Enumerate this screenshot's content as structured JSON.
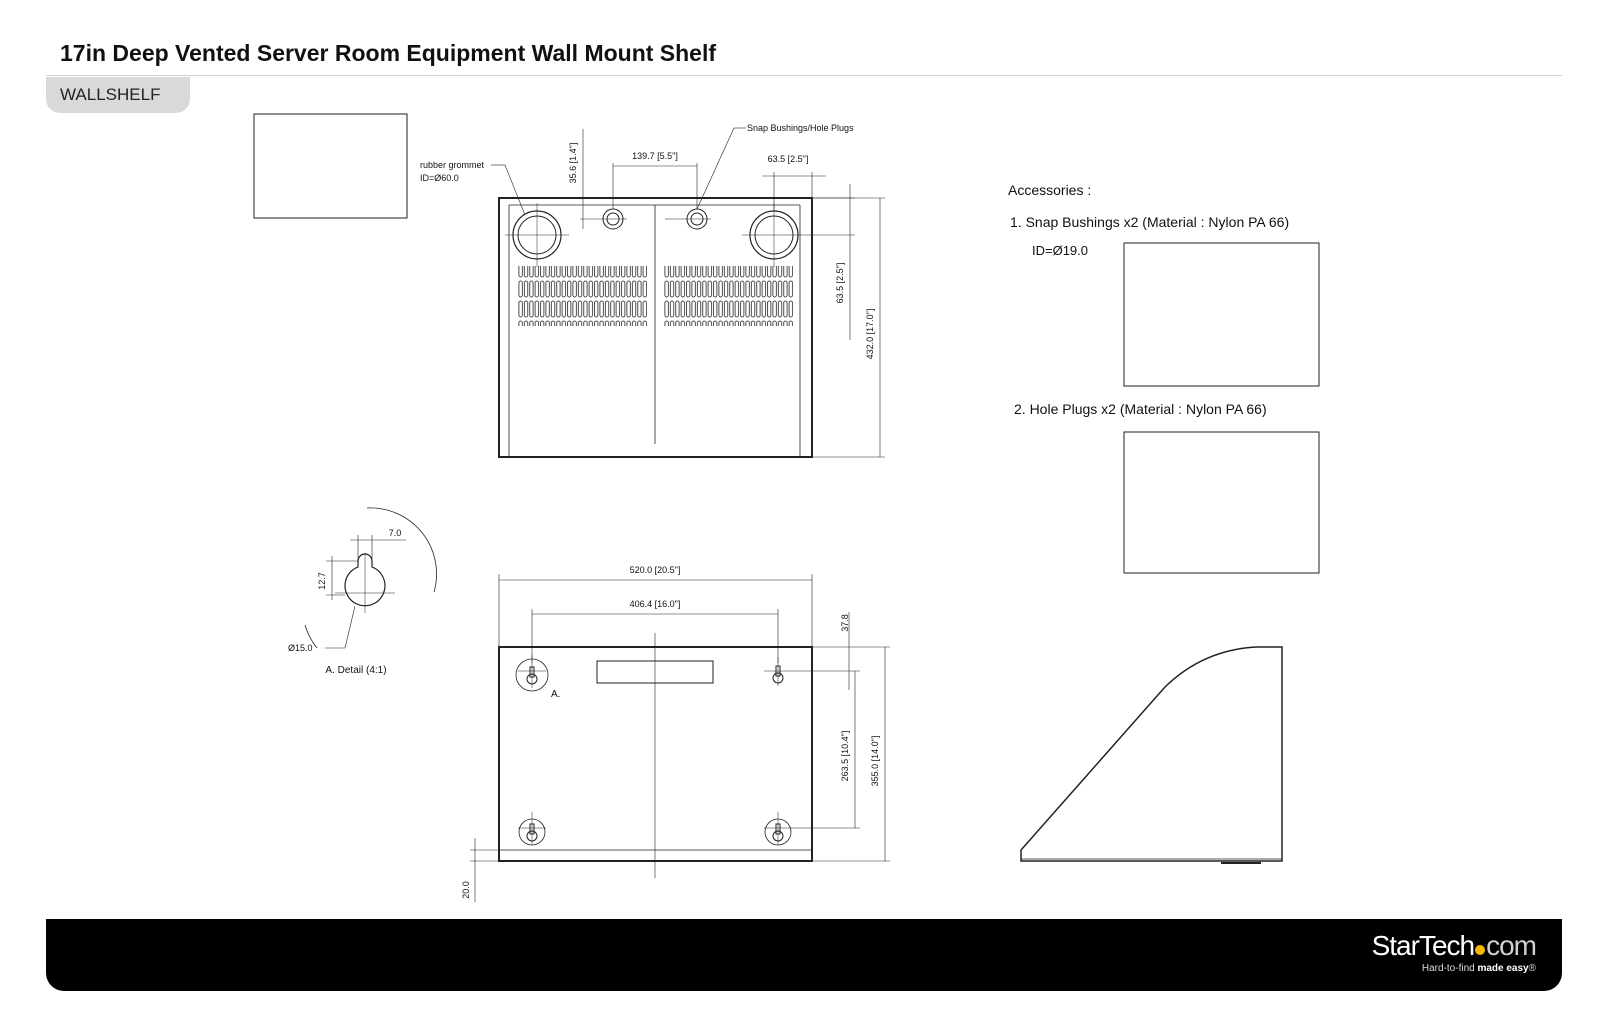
{
  "header": {
    "title": "17in Deep Vented Server Room Equipment Wall Mount Shelf",
    "sku": "WALLSHELF"
  },
  "top_view": {
    "callout_snap": "Snap Bushings/Hole Plugs",
    "callout_grommet_1": "rubber grommet",
    "callout_grommet_2": "ID=Ø60.0",
    "dim_139": "139.7 [5.5\"]",
    "dim_63_top": "63.5 [2.5\"]",
    "dim_35": "35.6 [1.4\"]",
    "dim_63_side": "63.5 [2.5\"]",
    "dim_432": "432.0 [17.0\"]"
  },
  "front_view": {
    "dim_520": "520.0 [20.5\"]",
    "dim_406": "406.4 [16.0\"]",
    "dim_37": "37.8",
    "dim_263": "263.5 [10.4\"]",
    "dim_355": "355.0 [14.0\"]",
    "dim_20": "20.0",
    "label_a": "A."
  },
  "detail": {
    "dim_7": "7.0",
    "dim_12": "12.7",
    "dim_15": "Ø15.0",
    "caption": "A. Detail  (4:1)"
  },
  "accessories": {
    "heading": "Accessories :",
    "item1": "1. Snap Bushings x2 (Material : Nylon PA 66)",
    "item1_id": "ID=Ø19.0",
    "item2": "2. Hole Plugs x2 (Material : Nylon PA 66)"
  },
  "footer": {
    "logo_start": "StarTech",
    "logo_end": "com",
    "tagline_start": "Hard-to-find ",
    "tagline_bold": "made easy",
    "tagline_mark": "®"
  }
}
